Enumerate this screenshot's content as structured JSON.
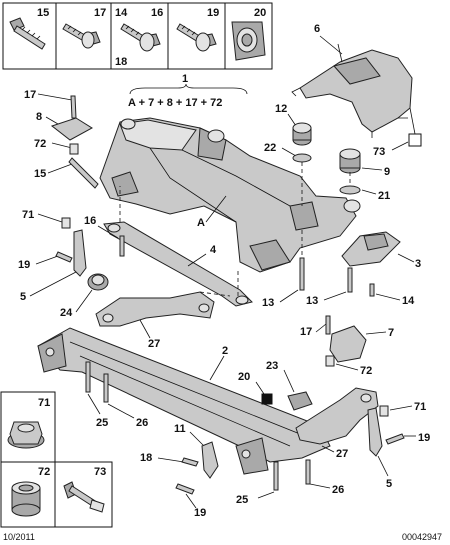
{
  "kit_formula": "A + 7 + 8 + 17 + 72",
  "label_a": "A",
  "footer": {
    "date": "10/2011",
    "ref": "00042947"
  },
  "top_boxes": [
    "15",
    "17",
    "14",
    "16",
    "18",
    "19",
    "20"
  ],
  "inset_boxes": [
    "71",
    "72",
    "73"
  ],
  "callouts": {
    "c1": "1",
    "c2": "2",
    "c3": "3",
    "c4": "4",
    "c5a": "5",
    "c5b": "5",
    "c6": "6",
    "c7": "7",
    "c8": "8",
    "c9": "9",
    "c11": "11",
    "c12": "12",
    "c13a": "13",
    "c13b": "13",
    "c14": "14",
    "c15": "15",
    "c16": "16",
    "c17a": "17",
    "c17b": "17",
    "c18": "18",
    "c19a": "19",
    "c19b": "19",
    "c19c": "19",
    "c20": "20",
    "c21": "21",
    "c22": "22",
    "c23": "23",
    "c24": "24",
    "c25a": "25",
    "c25b": "25",
    "c26a": "26",
    "c26b": "26",
    "c27a": "27",
    "c27b": "27",
    "c71a": "71",
    "c71b": "71",
    "c72a": "72",
    "c72b": "72",
    "c73": "73",
    "cA": "A"
  },
  "colors": {
    "part_fill": "#c9c9c9",
    "line": "#111111"
  }
}
